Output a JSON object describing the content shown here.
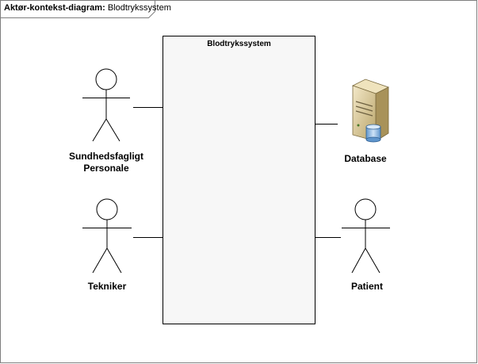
{
  "frame": {
    "kind": "Aktør-kontekst-diagram:",
    "name": "Blodtrykssystem"
  },
  "system": {
    "title": "Blodtrykssystem"
  },
  "actors": {
    "sundhedsfagligt": {
      "line1": "Sundhedsfagligt",
      "line2": "Personale"
    },
    "tekniker": {
      "label": "Tekniker"
    },
    "database": {
      "label": "Database"
    },
    "patient": {
      "label": "Patient"
    }
  },
  "colors": {
    "stroke": "#000000",
    "frame_border": "#7f7f7f",
    "system_fill": "#f7f7f7",
    "server_body": "#d9c79a",
    "db_cylinder": "#8fb8e0"
  }
}
